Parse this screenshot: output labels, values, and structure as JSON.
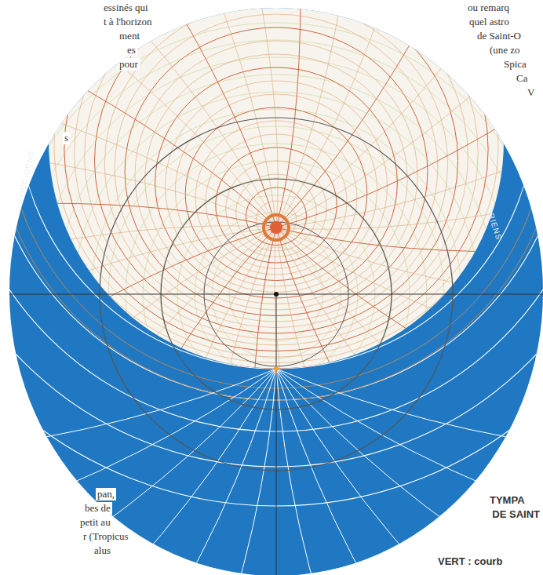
{
  "diagram": {
    "labels": [
      "essinés qui",
      "t à l'horizon",
      "ment",
      "es",
      "pour",
      "s",
      "pan,",
      "bes de",
      "petit au",
      "r (Tropicus",
      "alus",
      "ou remarq",
      "quel astro",
      "de Saint-O",
      "(une zo",
      "Spica",
      "Ca",
      "V",
      "TYMPA",
      "DE SAINT",
      "VERT : courb",
      "OCCIDENS",
      "ORIENS"
    ]
  }
}
